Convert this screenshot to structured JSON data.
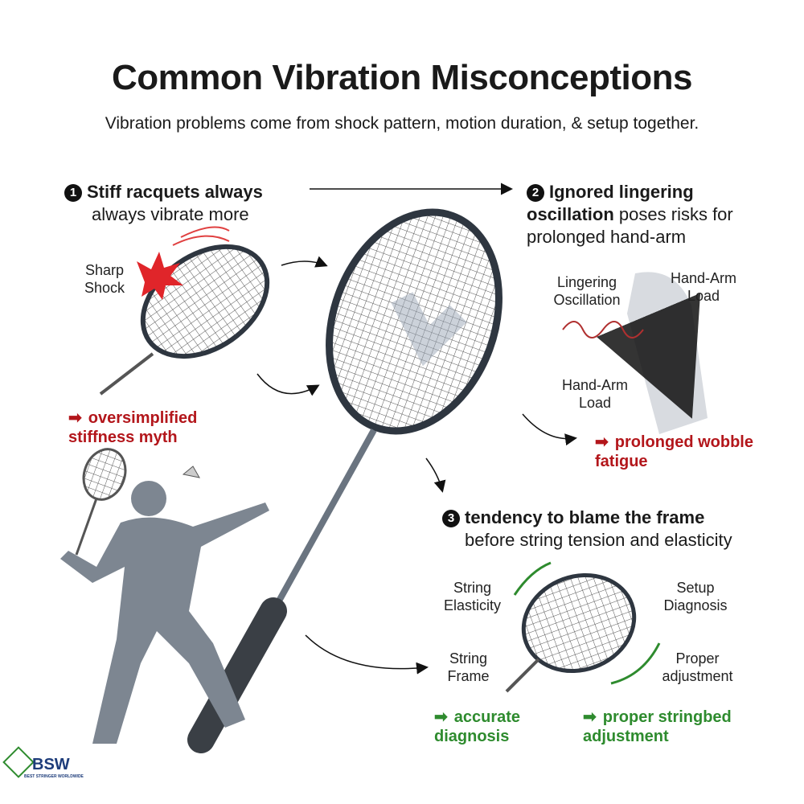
{
  "title": "Common Vibration Misconceptions",
  "subtitle": "Vibration problems come from shock pattern, motion duration, & setup together.",
  "sections": [
    {
      "number": "1",
      "heading_bold": "Stiff racquets always",
      "heading_rest": "always vibrate more",
      "labels": [
        "Sharp Shock"
      ],
      "outcome": "oversimplified stiffness myth",
      "outcome_color": "#b3161b"
    },
    {
      "number": "2",
      "heading_bold": "Ignored lingering oscillation",
      "heading_rest": "poses risks for prolonged hand-arm",
      "labels": [
        "Lingering Oscillation",
        "Hand-Arm Load",
        "Hand-Arm Load"
      ],
      "outcome": "prolonged wobble fatigue",
      "outcome_color": "#b3161b"
    },
    {
      "number": "3",
      "heading_bold": "tendency to blame the frame",
      "heading_rest": "before string tension and elasticity",
      "labels": [
        "String Elasticity",
        "Setup Diagnosis",
        "String Frame",
        "Proper adjustment"
      ],
      "outcomes": [
        "accurate diagnosis",
        "proper stringbed adjustment"
      ],
      "outcome_color": "#2e8b2e"
    }
  ],
  "logo": {
    "text": "BSW",
    "tagline": "BEST STRINGER WORLDWIDE"
  }
}
